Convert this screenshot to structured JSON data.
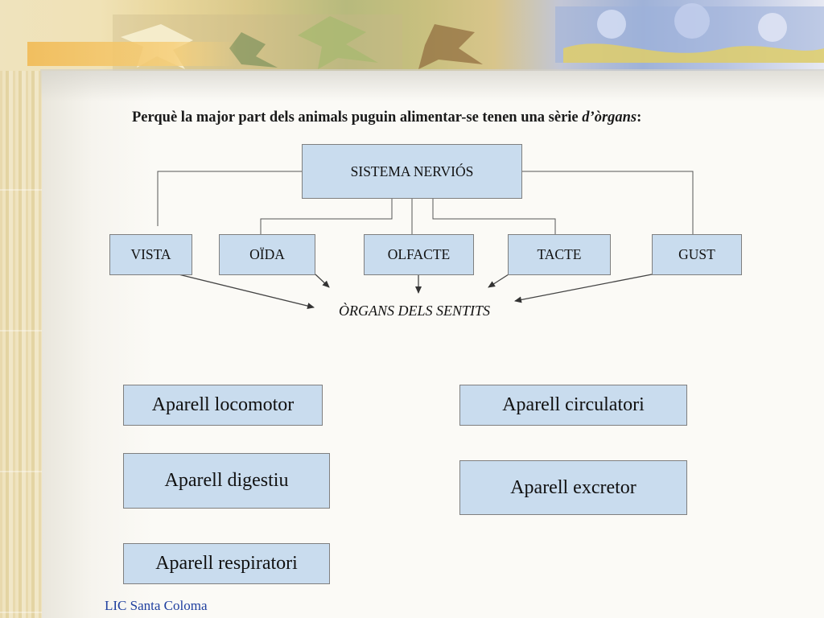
{
  "title": {
    "prefix": "Perquè la  major part dels animals puguin alimentar-se  tenen una sèrie ",
    "emphasis": "d’òrgans",
    "suffix": ":"
  },
  "diagram": {
    "root": "SISTEMA NERVIÓS",
    "senses": [
      "VISTA",
      "OÏDA",
      "OLFACTE",
      "TACTE",
      "GUST"
    ],
    "target": "ÒRGANS DELS SENTITS"
  },
  "systems": [
    "Aparell locomotor",
    "Aparell circulatori",
    "Aparell digestiu",
    "Aparell excretor",
    "Aparell respiratori"
  ],
  "footer": "LIC Santa Coloma",
  "colors": {
    "box_fill": "#c9dcee",
    "box_border": "#7f7f7f",
    "footer_text": "#1f3f9f"
  }
}
